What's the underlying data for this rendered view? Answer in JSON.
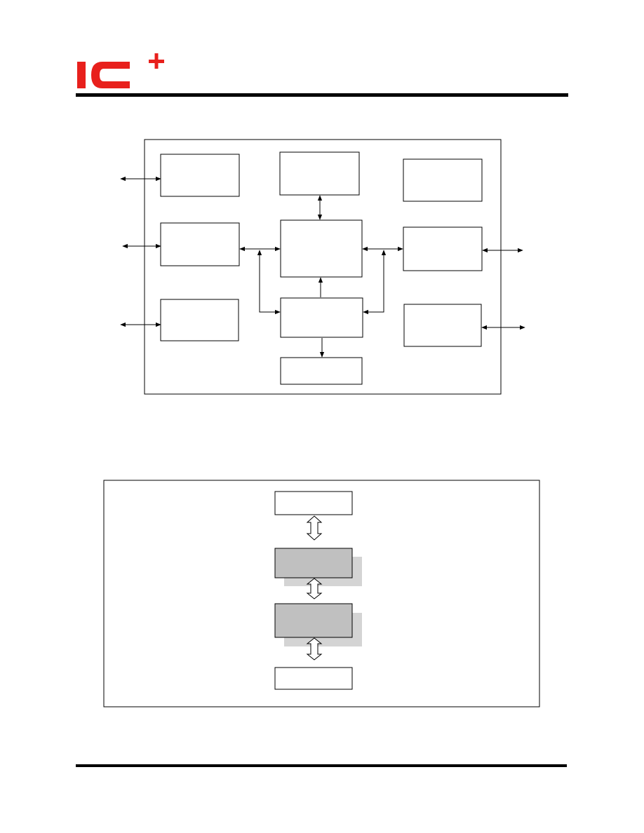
{
  "header": {
    "logo": {
      "text": "IC+",
      "color": "#e8201c"
    }
  },
  "figure_1": {
    "title": "",
    "blocks": [
      {
        "id": "left-block-top",
        "label": ""
      },
      {
        "id": "left-block-middle",
        "label": ""
      },
      {
        "id": "left-block-bottom",
        "label": ""
      },
      {
        "id": "center-block-top",
        "label": ""
      },
      {
        "id": "center-block-core",
        "label": ""
      },
      {
        "id": "center-block-lower",
        "label": ""
      },
      {
        "id": "center-block-output",
        "label": ""
      },
      {
        "id": "right-block-top",
        "label": ""
      },
      {
        "id": "right-block-middle",
        "label": ""
      },
      {
        "id": "right-block-bottom",
        "label": ""
      }
    ],
    "links": [
      {
        "from": "external",
        "to": "left-block-top",
        "direction": "bidirectional"
      },
      {
        "from": "external",
        "to": "left-block-middle",
        "direction": "bidirectional"
      },
      {
        "from": "external",
        "to": "left-block-bottom",
        "direction": "bidirectional"
      },
      {
        "from": "left-block-middle",
        "to": "center-block-core",
        "direction": "bidirectional"
      },
      {
        "from": "center-block-top",
        "to": "center-block-core",
        "direction": "bidirectional"
      },
      {
        "from": "center-block-core",
        "to": "right-block-middle",
        "direction": "bidirectional"
      },
      {
        "from": "center-block-lower",
        "to": "center-block-core",
        "direction": "forward"
      },
      {
        "from": "center-block-lower",
        "to": "center-block-output",
        "direction": "forward"
      },
      {
        "from": "center-block-lower",
        "to": "left-bus",
        "direction": "bidirectional"
      },
      {
        "from": "center-block-lower",
        "to": "right-bus",
        "direction": "bidirectional"
      },
      {
        "from": "right-block-middle",
        "to": "external",
        "direction": "bidirectional"
      },
      {
        "from": "right-block-bottom",
        "to": "external",
        "direction": "bidirectional"
      }
    ]
  },
  "figure_2": {
    "title": "",
    "layers": [
      {
        "id": "layer-top",
        "label": "",
        "style": "plain"
      },
      {
        "id": "layer-2",
        "label": "",
        "style": "shaded"
      },
      {
        "id": "layer-3",
        "label": "",
        "style": "shaded"
      },
      {
        "id": "layer-bottom",
        "label": "",
        "style": "plain"
      }
    ],
    "shade_color": "#c0c0c0",
    "shadow_color": "#d4d4d4"
  }
}
